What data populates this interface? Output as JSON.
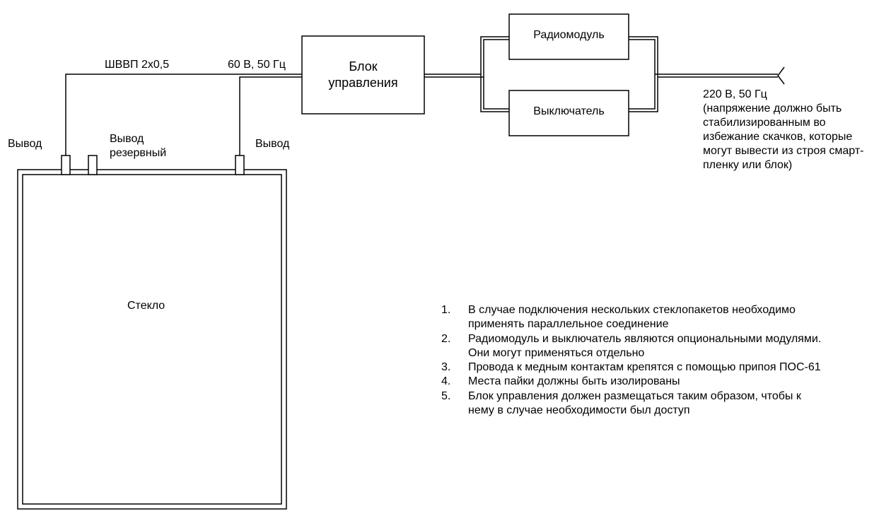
{
  "labels": {
    "cable": "ШВВП 2x0,5",
    "low_voltage": "60 В, 50 Гц",
    "control_unit": [
      "Блок",
      "управления"
    ],
    "radio_module": "Радиомодуль",
    "switch": "Выключатель",
    "lead_left": "Вывод",
    "lead_reserve": [
      "Вывод",
      "резервный"
    ],
    "lead_right": "Вывод",
    "glass": "Стекло",
    "power_note": [
      "220 В, 50 Гц",
      "(напряжение должно быть",
      "стабилизированным во",
      "избежание скачков, которые",
      "могут вывести из строя смарт-",
      "пленку или блок)"
    ]
  },
  "notes": [
    {
      "num": "1.",
      "lines": [
        "В случае подключения нескольких стеклопакетов необходимо",
        "применять параллельное соединение"
      ]
    },
    {
      "num": "2.",
      "lines": [
        "Радиомодуль и выключатель являются опциональными модулями.",
        "Они могут применяться отдельно"
      ]
    },
    {
      "num": "3.",
      "lines": [
        "Провода к медным контактам крепятся с помощью припоя ПОС-61"
      ]
    },
    {
      "num": "4.",
      "lines": [
        "Места пайки должны быть изолированы"
      ]
    },
    {
      "num": "5.",
      "lines": [
        "Блок управления должен размещаться таким образом, чтобы к",
        "нему в случае необходимости был доступ"
      ]
    }
  ]
}
